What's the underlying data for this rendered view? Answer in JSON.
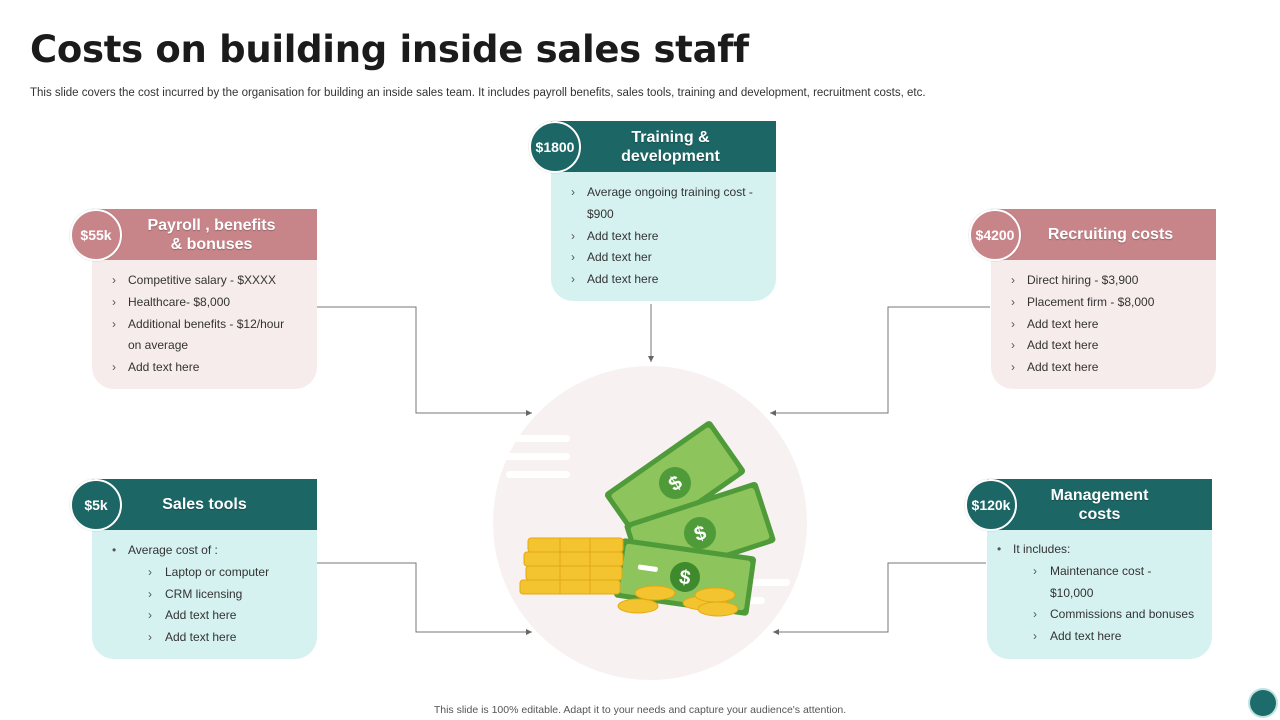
{
  "title": "Costs on building inside sales staff",
  "subtitle": "This slide covers the cost incurred by the organisation for building an inside sales team. It includes payroll benefits, sales tools, training and development, recruitment costs, etc.",
  "footer": "This slide is 100% editable. Adapt it to your needs and capture your audience's attention.",
  "cards": {
    "payroll": {
      "amount": "$55k",
      "title_line1": "Payroll , benefits",
      "title_line2": "& bonuses",
      "items": [
        "Competitive salary - $XXXX",
        "Healthcare- $8,000",
        "Additional benefits - $12/hour",
        "on average",
        "Add text here"
      ]
    },
    "training": {
      "amount": "$1800",
      "title_line1": "Training &",
      "title_line2": "development",
      "items": [
        "Average ongoing training cost -",
        "$900",
        "Add text here",
        "Add text her",
        "Add text here"
      ]
    },
    "recruiting": {
      "amount": "$4200",
      "title": "Recruiting costs",
      "items": [
        "Direct hiring - $3,900",
        "Placement firm - $8,000",
        "Add text here",
        "Add text here",
        "Add text here"
      ]
    },
    "sales_tools": {
      "amount": "$5k",
      "title": "Sales tools",
      "lead": "Average  cost of :",
      "items": [
        "Laptop or computer",
        "CRM licensing",
        "Add text here",
        "Add text here"
      ]
    },
    "management": {
      "amount": "$120k",
      "title_line1": "Management",
      "title_line2": "costs",
      "lead": "It includes:",
      "items": [
        "Maintenance cost -",
        "$10,000",
        "Commissions and bonuses",
        "Add text here"
      ]
    }
  },
  "colors": {
    "teal": "#1c6766",
    "teal_light": "#d5f2f1",
    "rose": "#c7858a",
    "rose_light": "#f7ecec"
  },
  "illustration": "money-icon"
}
